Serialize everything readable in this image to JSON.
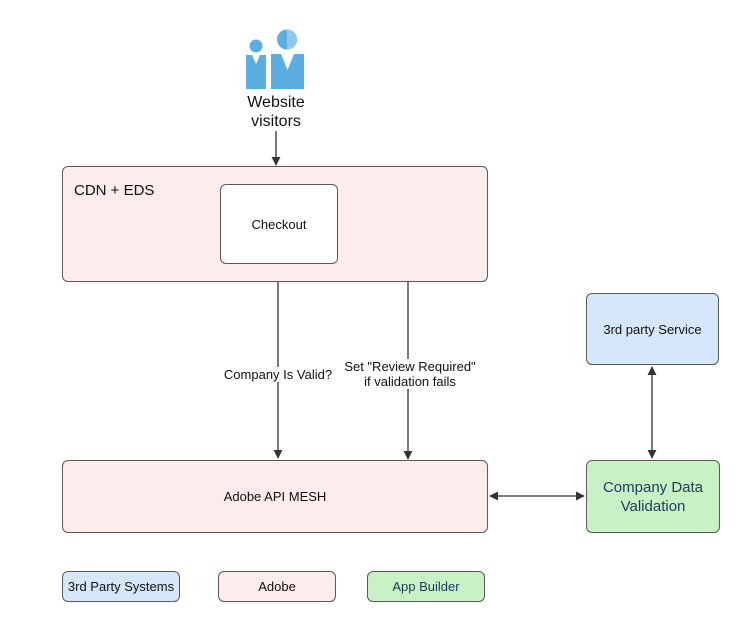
{
  "visitors": {
    "label_line1": "Website",
    "label_line2": "visitors",
    "icon": "users-icon"
  },
  "cdn": {
    "label": "CDN + EDS"
  },
  "checkout": {
    "label": "Checkout"
  },
  "mesh": {
    "label": "Adobe API MESH"
  },
  "third_party_service": {
    "label": "3rd party Service"
  },
  "company_validation": {
    "label_line1": "Company Data",
    "label_line2": "Validation"
  },
  "edge_labels": {
    "company_valid": "Company Is Valid?",
    "review_line1": "Set \"Review Required\"",
    "review_line2": "if validation fails"
  },
  "legend": {
    "third_party": "3rd Party Systems",
    "adobe": "Adobe",
    "app_builder": "App Builder"
  },
  "colors": {
    "adobe_fill": "#fceceb",
    "third_party_fill": "#d6e6fb",
    "app_builder_fill": "#c8f2c6",
    "icon_blue": "#5aaee0",
    "line": "#333333"
  }
}
